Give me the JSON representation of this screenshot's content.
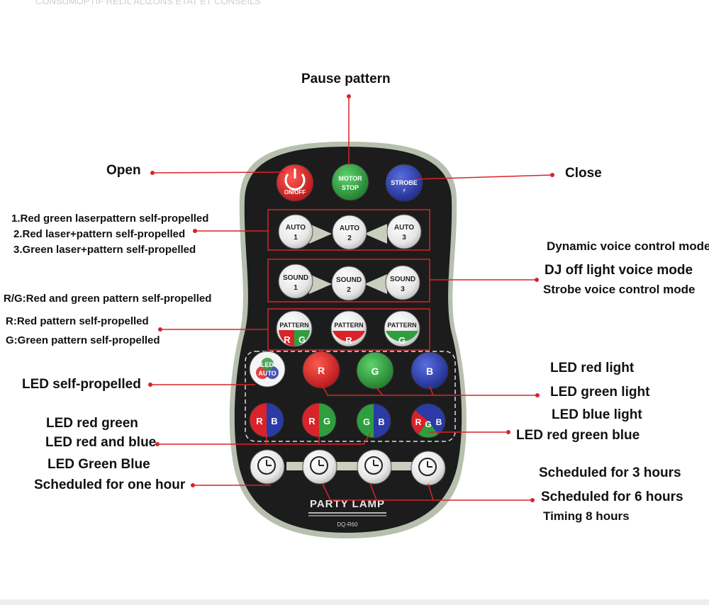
{
  "header": {
    "ghost_text": "CONSUMOPTIF RELIL ALIZONS ETAT ET CONSEILS"
  },
  "remote": {
    "brand": "PARTY LAMP",
    "model": "DQ-R60",
    "buttons": {
      "on_off": "ON/OFF",
      "motor_1": "MOTOR",
      "motor_2": "STOP",
      "strobe": "STROBE",
      "auto": [
        "AUTO",
        "1",
        "2",
        "3"
      ],
      "sound": [
        "SOUND",
        "1",
        "2",
        "3"
      ],
      "pattern": "PATTERN",
      "pattern_r": "R",
      "pattern_g": "G",
      "led_auto_1": "LED",
      "led_auto_2": "AUTO",
      "r": "R",
      "g": "G",
      "b": "B"
    }
  },
  "labels": {
    "pause": "Pause pattern",
    "open": "Open",
    "close": "Close",
    "auto_1": "1.Red green laserpattern self-propelled",
    "auto_2": "2.Red laser+pattern self-propelled",
    "auto_3": "3.Green laser+pattern self-propelled",
    "dyn_voice": "Dynamic voice control mode",
    "dj_off": "DJ off light voice mode",
    "strobe_voice": "Strobe voice control mode",
    "rg_pattern": "R/G:Red and green pattern self-propelled",
    "r_pattern": "R:Red pattern self-propelled",
    "g_pattern": "G:Green pattern self-propelled",
    "led_self": "LED self-propelled",
    "led_red": "LED red light",
    "led_green": "LED green light",
    "led_blue": "LED blue light",
    "led_rg": "LED red green",
    "led_rb": "LED red and blue",
    "led_rgb": "LED red green blue",
    "led_gb": "LED Green Blue",
    "one_hour": "Scheduled for one hour",
    "three_hours": "Scheduled for 3 hours",
    "six_hours": "Scheduled for 6 hours",
    "eight_hours": "Timing 8 hours"
  },
  "colors": {
    "remote_body": "#1c1c1c",
    "remote_rim": "#c8cfc2",
    "leader_line": "#d9232a",
    "red_button": "#d9232a",
    "green_button": "#2e9e3e",
    "blue_button": "#2b3aa6",
    "white_button": "#eeeeee"
  }
}
